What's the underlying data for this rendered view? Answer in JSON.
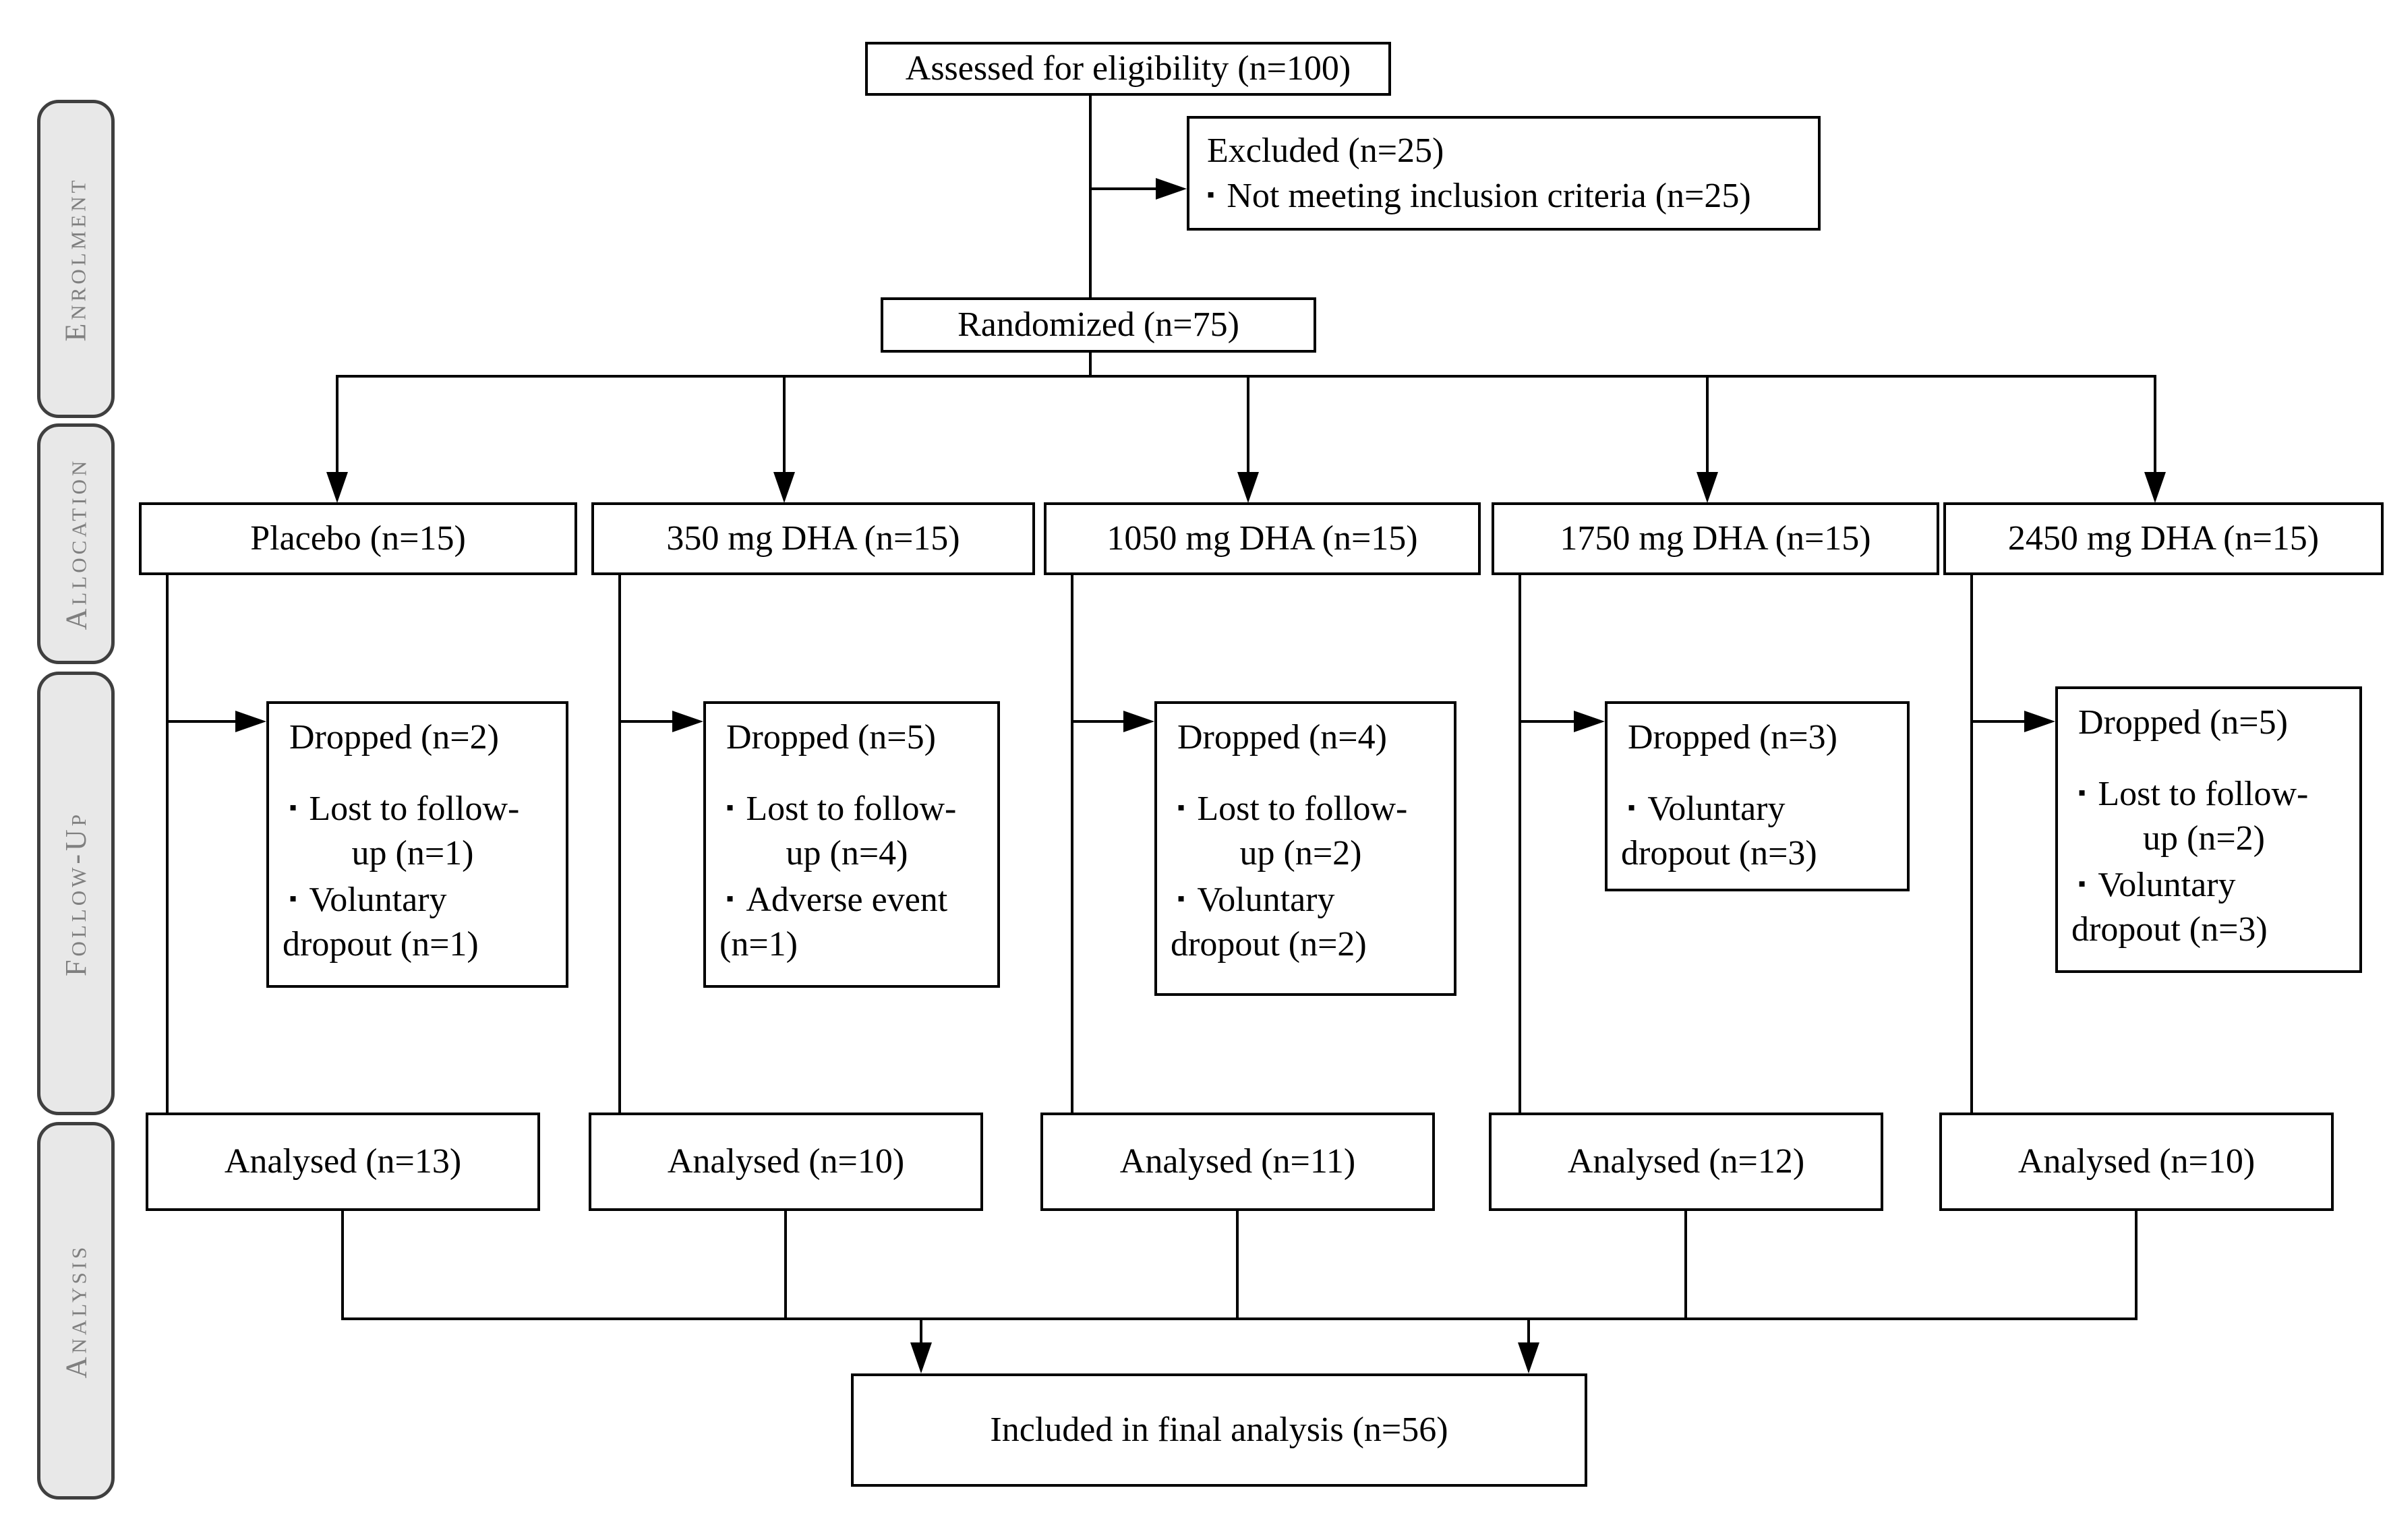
{
  "stages": [
    {
      "label": "Enrolment"
    },
    {
      "label": "Allocation"
    },
    {
      "label": "Follow-Up"
    },
    {
      "label": "Analysis"
    }
  ],
  "bullet_char": "▪",
  "enrolment": {
    "assessed": "Assessed for eligibility (n=100)",
    "excluded_title": "Excluded (n=25)",
    "excluded_reason": "Not meeting inclusion criteria (n=25)",
    "randomized": "Randomized (n=75)"
  },
  "columns": [
    {
      "allocation": "Placebo (n=15)",
      "dropped_title": "Dropped (n=2)",
      "dropped_lines": [
        {
          "text": "Lost to follow-",
          "style": "bullet"
        },
        {
          "text": "up (n=1)",
          "style": "center"
        },
        {
          "text": "Voluntary",
          "style": "bullet"
        },
        {
          "text": "dropout (n=1)",
          "style": "left"
        }
      ],
      "analysed": "Analysed (n=13)"
    },
    {
      "allocation": "350 mg DHA (n=15)",
      "dropped_title": "Dropped (n=5)",
      "dropped_lines": [
        {
          "text": "Lost to follow-",
          "style": "bullet"
        },
        {
          "text": "up (n=4)",
          "style": "center"
        },
        {
          "text": "Adverse event",
          "style": "bullet"
        },
        {
          "text": "(n=1)",
          "style": "left"
        }
      ],
      "analysed": "Analysed (n=10)"
    },
    {
      "allocation": "1050 mg DHA (n=15)",
      "dropped_title": "Dropped (n=4)",
      "dropped_lines": [
        {
          "text": "Lost to follow-",
          "style": "bullet"
        },
        {
          "text": "up (n=2)",
          "style": "center"
        },
        {
          "text": "Voluntary",
          "style": "bullet"
        },
        {
          "text": "dropout (n=2)",
          "style": "left"
        }
      ],
      "analysed": "Analysed (n=11)"
    },
    {
      "allocation": "1750 mg DHA (n=15)",
      "dropped_title": "Dropped (n=3)",
      "dropped_lines": [
        {
          "text": "Voluntary",
          "style": "bullet"
        },
        {
          "text": "dropout (n=3)",
          "style": "left"
        }
      ],
      "analysed": "Analysed (n=12)"
    },
    {
      "allocation": "2450 mg DHA (n=15)",
      "dropped_title": "Dropped (n=5)",
      "dropped_lines": [
        {
          "text": "Lost to follow-",
          "style": "bullet"
        },
        {
          "text": "up (n=2)",
          "style": "center"
        },
        {
          "text": "Voluntary",
          "style": "bullet"
        },
        {
          "text": "dropout (n=3)",
          "style": "left"
        }
      ],
      "analysed": "Analysed (n=10)"
    }
  ],
  "final": {
    "label": "Included in final analysis (n=56)"
  },
  "colors": {
    "box_border": "#000000",
    "stage_fill": "#e8e8e8",
    "stage_border": "#3f3f3f",
    "stage_text": "#7f7f7f",
    "line": "#000000"
  }
}
